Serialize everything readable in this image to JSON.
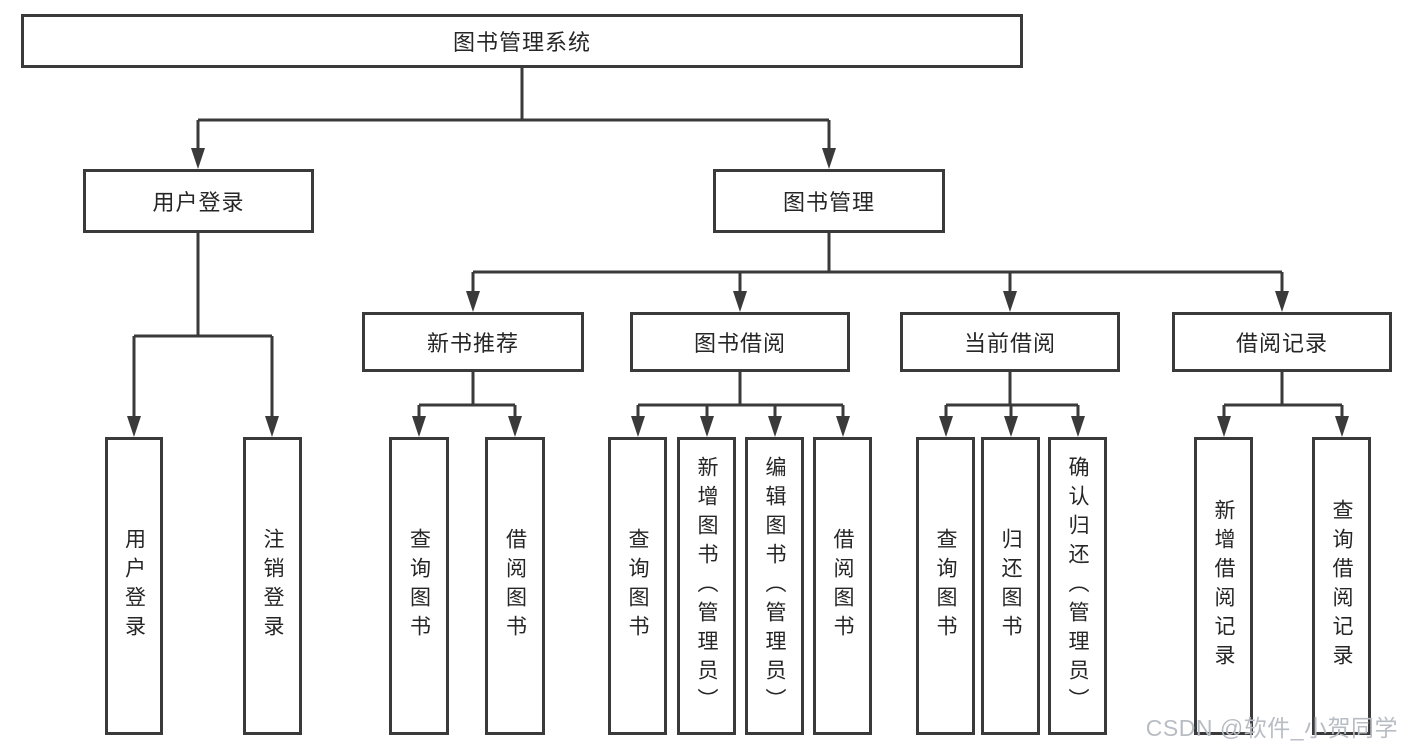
{
  "colors": {
    "line": "#3a3a3a",
    "text": "#262626",
    "background": "#ffffff",
    "watermark": "#b8bdc4"
  },
  "watermark": {
    "text": "CSDN @软件_小贺同学"
  },
  "tree": {
    "root": {
      "label": "图书管理系统"
    },
    "branches": [
      {
        "label": "用户登录",
        "children": [
          "用户登录",
          "注销登录"
        ]
      },
      {
        "label": "图书管理",
        "sections": [
          {
            "label": "新书推荐",
            "children": [
              "查询图书",
              "借阅图书"
            ]
          },
          {
            "label": "图书借阅",
            "children": [
              "查询图书",
              "新增图书（管理员）",
              "编辑图书（管理员）",
              "借阅图书"
            ]
          },
          {
            "label": "当前借阅",
            "children": [
              "查询图书",
              "归还图书",
              "确认归还（管理员）"
            ]
          },
          {
            "label": "借阅记录",
            "children": [
              "新增借阅记录",
              "查询借阅记录"
            ]
          }
        ]
      }
    ]
  }
}
